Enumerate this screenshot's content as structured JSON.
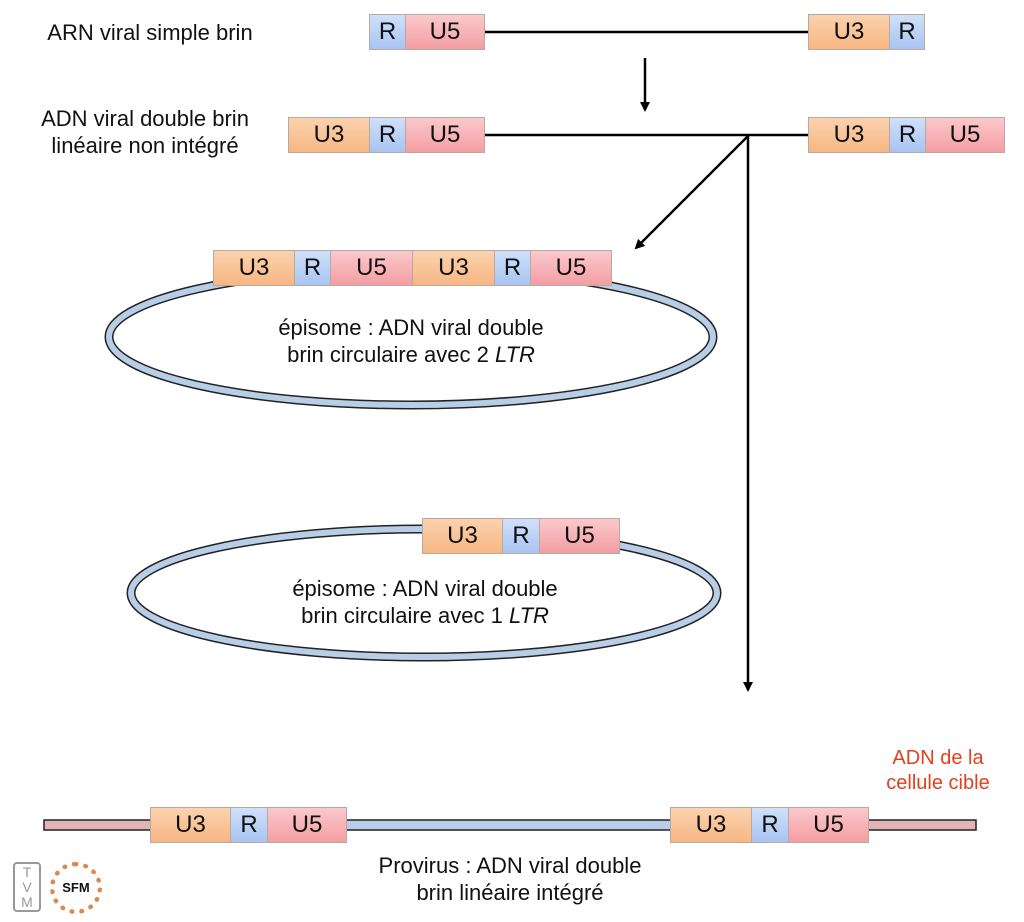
{
  "title": "Formes de l'ADN viral rétroviral",
  "colors": {
    "u3": "#f7b784",
    "r": "#a9c4f1",
    "u5": "#f39ea3",
    "episome_ring": "#b8cde6",
    "host_dna": "#e2b4b4",
    "host_label": "#e2401f",
    "line": "#000000"
  },
  "labels": {
    "rna": "ARN viral simple brin",
    "linear_dna_line1": "ADN viral double brin",
    "linear_dna_line2": "linéaire non intégré",
    "episome2_line1": "épisome : ADN viral double",
    "episome2_line2_prefix": "brin circulaire avec 2 ",
    "episome2_line2_italic": "LTR",
    "episome1_line1": "épisome : ADN viral double",
    "episome1_line2_prefix": "brin circulaire avec 1 ",
    "episome1_line2_italic": "LTR",
    "provirus_line1": "Provirus : ADN viral double",
    "provirus_line2": "brin linéaire intégré",
    "host_line1": "ADN de la",
    "host_line2": "cellule cible"
  },
  "segments": {
    "u3": "U3",
    "r": "R",
    "u5": "U5"
  },
  "logos": {
    "tvm": "T V M",
    "sfm": "SFM"
  }
}
